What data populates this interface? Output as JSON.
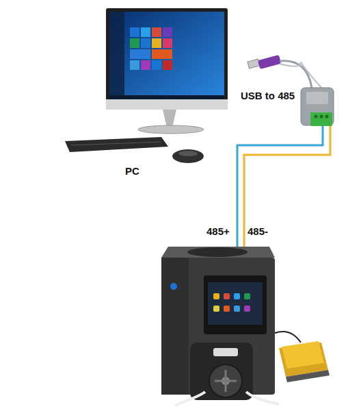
{
  "diagram": {
    "labels": [
      "PC",
      "USB to 485",
      "485+",
      "485-"
    ]
  }
}
